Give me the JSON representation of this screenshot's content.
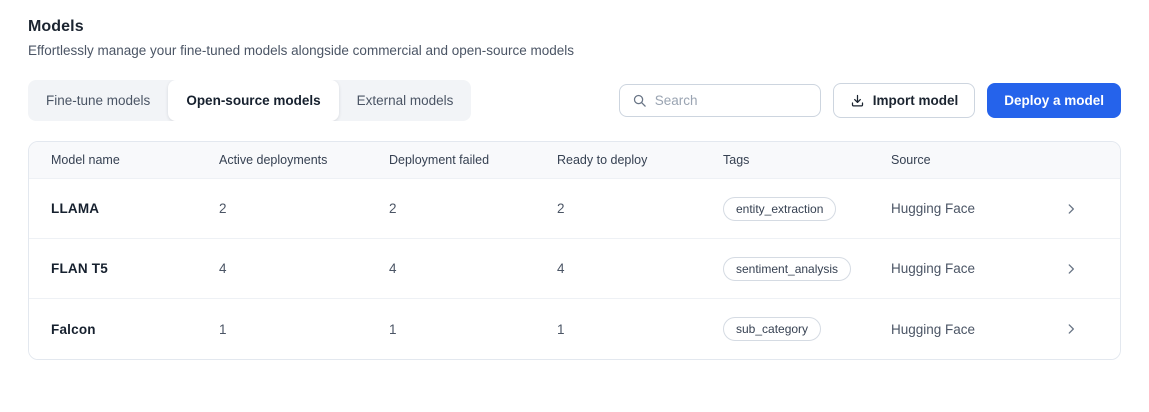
{
  "header": {
    "title": "Models",
    "subtitle": "Effortlessly manage your fine-tuned models alongside commercial and open-source models"
  },
  "tabs": [
    {
      "label": "Fine-tune models",
      "active": false
    },
    {
      "label": "Open-source models",
      "active": true
    },
    {
      "label": "External models",
      "active": false
    }
  ],
  "toolbar": {
    "search_placeholder": "Search",
    "search_value": "",
    "import_label": "Import model",
    "deploy_label": "Deploy a model"
  },
  "icons": {
    "search": "search-icon",
    "import": "download-icon",
    "row_action": "chevron-right-icon"
  },
  "colors": {
    "accent_blue": "#2563eb",
    "card_border": "#e3e8ef",
    "header_bg": "#f8f9fb",
    "tab_bar_bg": "#f2f4f7",
    "muted_text": "#4b5565",
    "dark_text": "#16202e"
  },
  "table": {
    "columns": [
      "Model name",
      "Active deployments",
      "Deployment failed",
      "Ready to deploy",
      "Tags",
      "Source"
    ],
    "rows": [
      {
        "model_name": "LLAMA",
        "active_deployments": "2",
        "deployment_failed": "2",
        "ready_to_deploy": "2",
        "tag": "entity_extraction",
        "source": "Hugging Face"
      },
      {
        "model_name": "FLAN T5",
        "active_deployments": "4",
        "deployment_failed": "4",
        "ready_to_deploy": "4",
        "tag": "sentiment_analysis",
        "source": "Hugging Face"
      },
      {
        "model_name": "Falcon",
        "active_deployments": "1",
        "deployment_failed": "1",
        "ready_to_deploy": "1",
        "tag": "sub_category",
        "source": "Hugging Face"
      }
    ]
  }
}
